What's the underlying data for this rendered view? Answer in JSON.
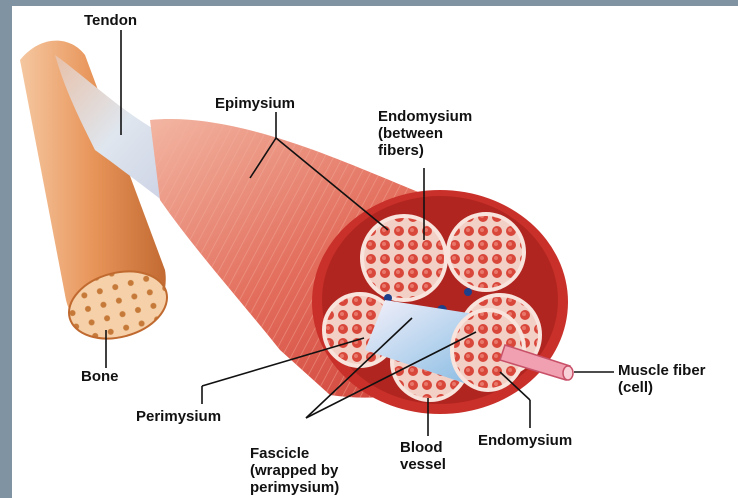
{
  "labels": {
    "tendon": "Tendon",
    "epimysium": "Epimysium",
    "endomysium_top": [
      "Endomysium",
      "(between",
      "fibers)"
    ],
    "bone": "Bone",
    "perimysium": "Perimysium",
    "fascicle": [
      "Fascicle",
      "(wrapped by",
      "perimysium)"
    ],
    "blood_vessel": [
      "Blood",
      "vessel"
    ],
    "endomysium_bottom": "Endomysium",
    "muscle_fiber": [
      "Muscle fiber",
      "(cell)"
    ]
  }
}
